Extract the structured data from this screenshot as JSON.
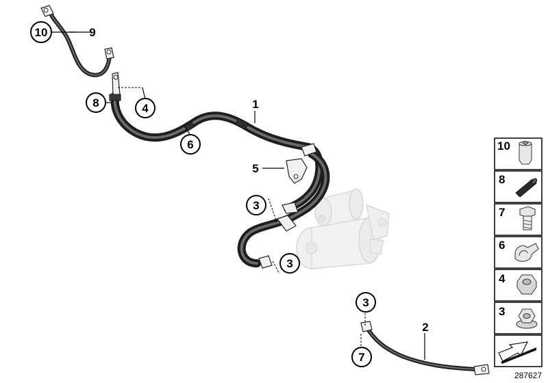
{
  "diagram": {
    "reference_number": "287627",
    "callouts": {
      "c1": "1",
      "c2": "2",
      "c3a": "3",
      "c3b": "3",
      "c3c": "3",
      "c4": "4",
      "c5": "5",
      "c6": "6",
      "c7": "7",
      "c8": "8",
      "c9": "9",
      "c10": "10"
    },
    "parts_panel": [
      {
        "label": "10",
        "icon": "screw-insert-icon"
      },
      {
        "label": "8",
        "icon": "sleeve-tube-icon"
      },
      {
        "label": "7",
        "icon": "bolt-icon"
      },
      {
        "label": "6",
        "icon": "cable-clip-icon"
      },
      {
        "label": "4",
        "icon": "hex-nut-collar-icon"
      },
      {
        "label": "3",
        "icon": "hex-nut-flange-icon"
      },
      {
        "label": "",
        "icon": "exploded-view-arrow-icon"
      }
    ]
  }
}
